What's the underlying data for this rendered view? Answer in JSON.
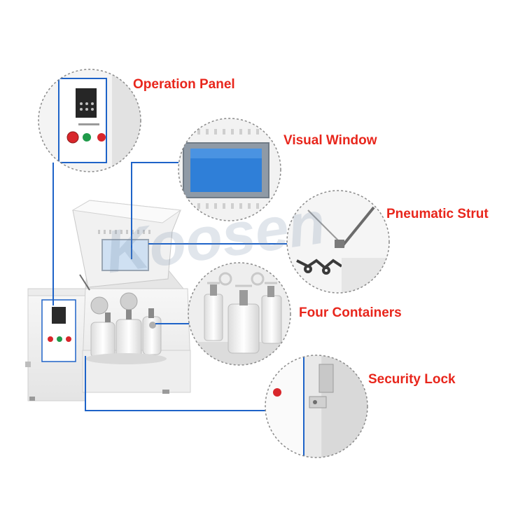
{
  "callouts": [
    {
      "id": "operation-panel",
      "label": "Operation Panel"
    },
    {
      "id": "visual-window",
      "label": "Visual Window"
    },
    {
      "id": "pneumatic-strut",
      "label": "Pneumatic Strut"
    },
    {
      "id": "four-containers",
      "label": "Four Containers"
    },
    {
      "id": "security-lock",
      "label": "Security Lock"
    }
  ],
  "watermark": "Koosen",
  "colors": {
    "label": "#e8261c",
    "leader_line": "#1e63c8",
    "circle_border": "#8a8a8a",
    "machine_body": "#f2f2f2",
    "window_blue": "#2f7fd8",
    "button_red": "#d8262b",
    "button_green": "#1f9a4a"
  }
}
